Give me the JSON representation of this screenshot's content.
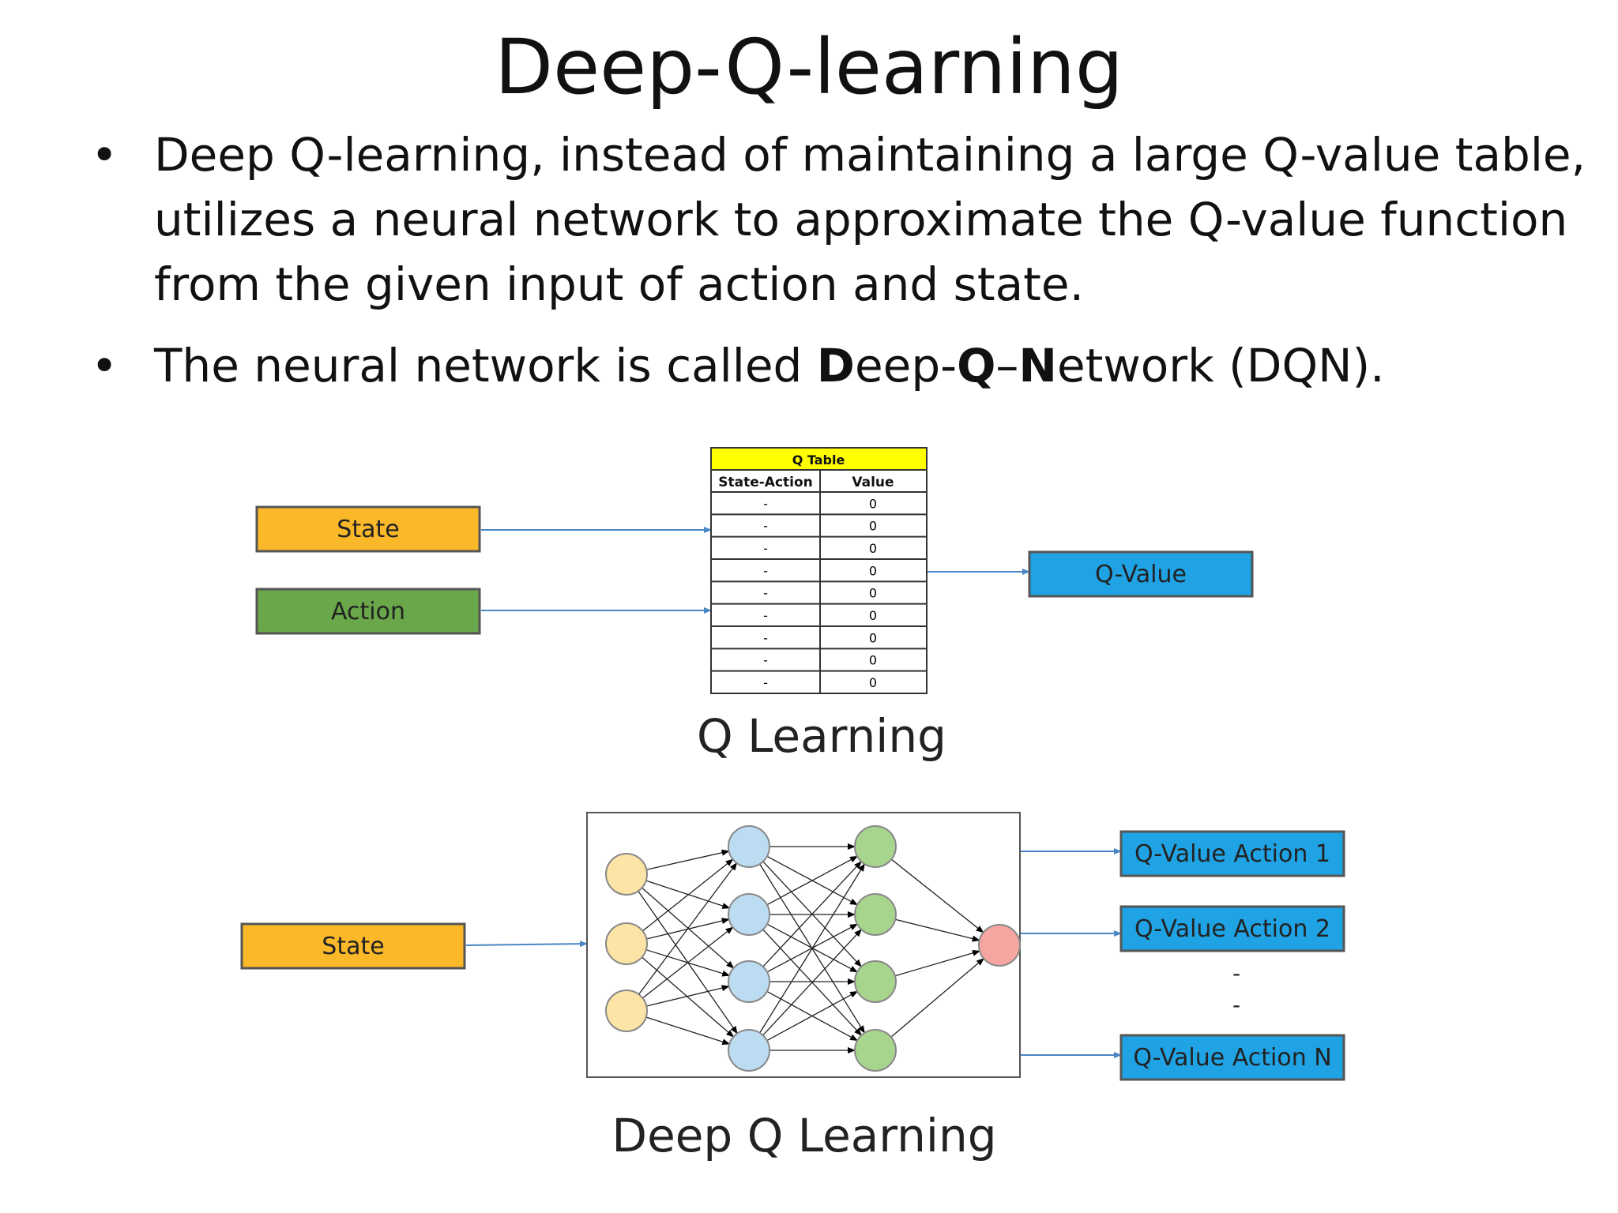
{
  "title": "Deep-Q-learning",
  "bullets": [
    {
      "text": "Deep Q-learning, instead of maintaining a large Q-value table, utilizes a neural network to approximate the Q-value function from the given input of action and state."
    },
    {
      "prefix": "The neural network is called ",
      "parts": [
        {
          "text": "D",
          "bold": true
        },
        {
          "text": "eep-",
          "bold": false
        },
        {
          "text": "Q",
          "bold": true
        },
        {
          "text": "–",
          "bold": false
        },
        {
          "text": "N",
          "bold": true
        },
        {
          "text": "etwork (DQN).",
          "bold": false
        }
      ]
    }
  ],
  "q_learning": {
    "inputs": [
      "State",
      "Action"
    ],
    "table": {
      "title": "Q Table",
      "headers": [
        "State-Action",
        "Value"
      ],
      "rows": [
        [
          "-",
          "0"
        ],
        [
          "-",
          "0"
        ],
        [
          "-",
          "0"
        ],
        [
          "-",
          "0"
        ],
        [
          "-",
          "0"
        ],
        [
          "-",
          "0"
        ],
        [
          "-",
          "0"
        ],
        [
          "-",
          "0"
        ],
        [
          "-",
          "0"
        ]
      ]
    },
    "output": "Q-Value",
    "caption": "Q Learning"
  },
  "deep_q_learning": {
    "input": "State",
    "outputs": [
      "Q-Value Action 1",
      "Q-Value Action 2",
      "Q-Value Action N"
    ],
    "ellipsis": [
      "-",
      "-"
    ],
    "caption": "Deep Q Learning"
  },
  "colors": {
    "state": "#fbb829",
    "action": "#6aa74a",
    "qvalue": "#1fa3e4",
    "table_header": "#ffff00",
    "arrow": "#4a86c5",
    "node_input": "#fbe4a6",
    "node_hidden1": "#bcdcf2",
    "node_hidden2": "#a8d58e",
    "node_output": "#f5a6a0"
  }
}
